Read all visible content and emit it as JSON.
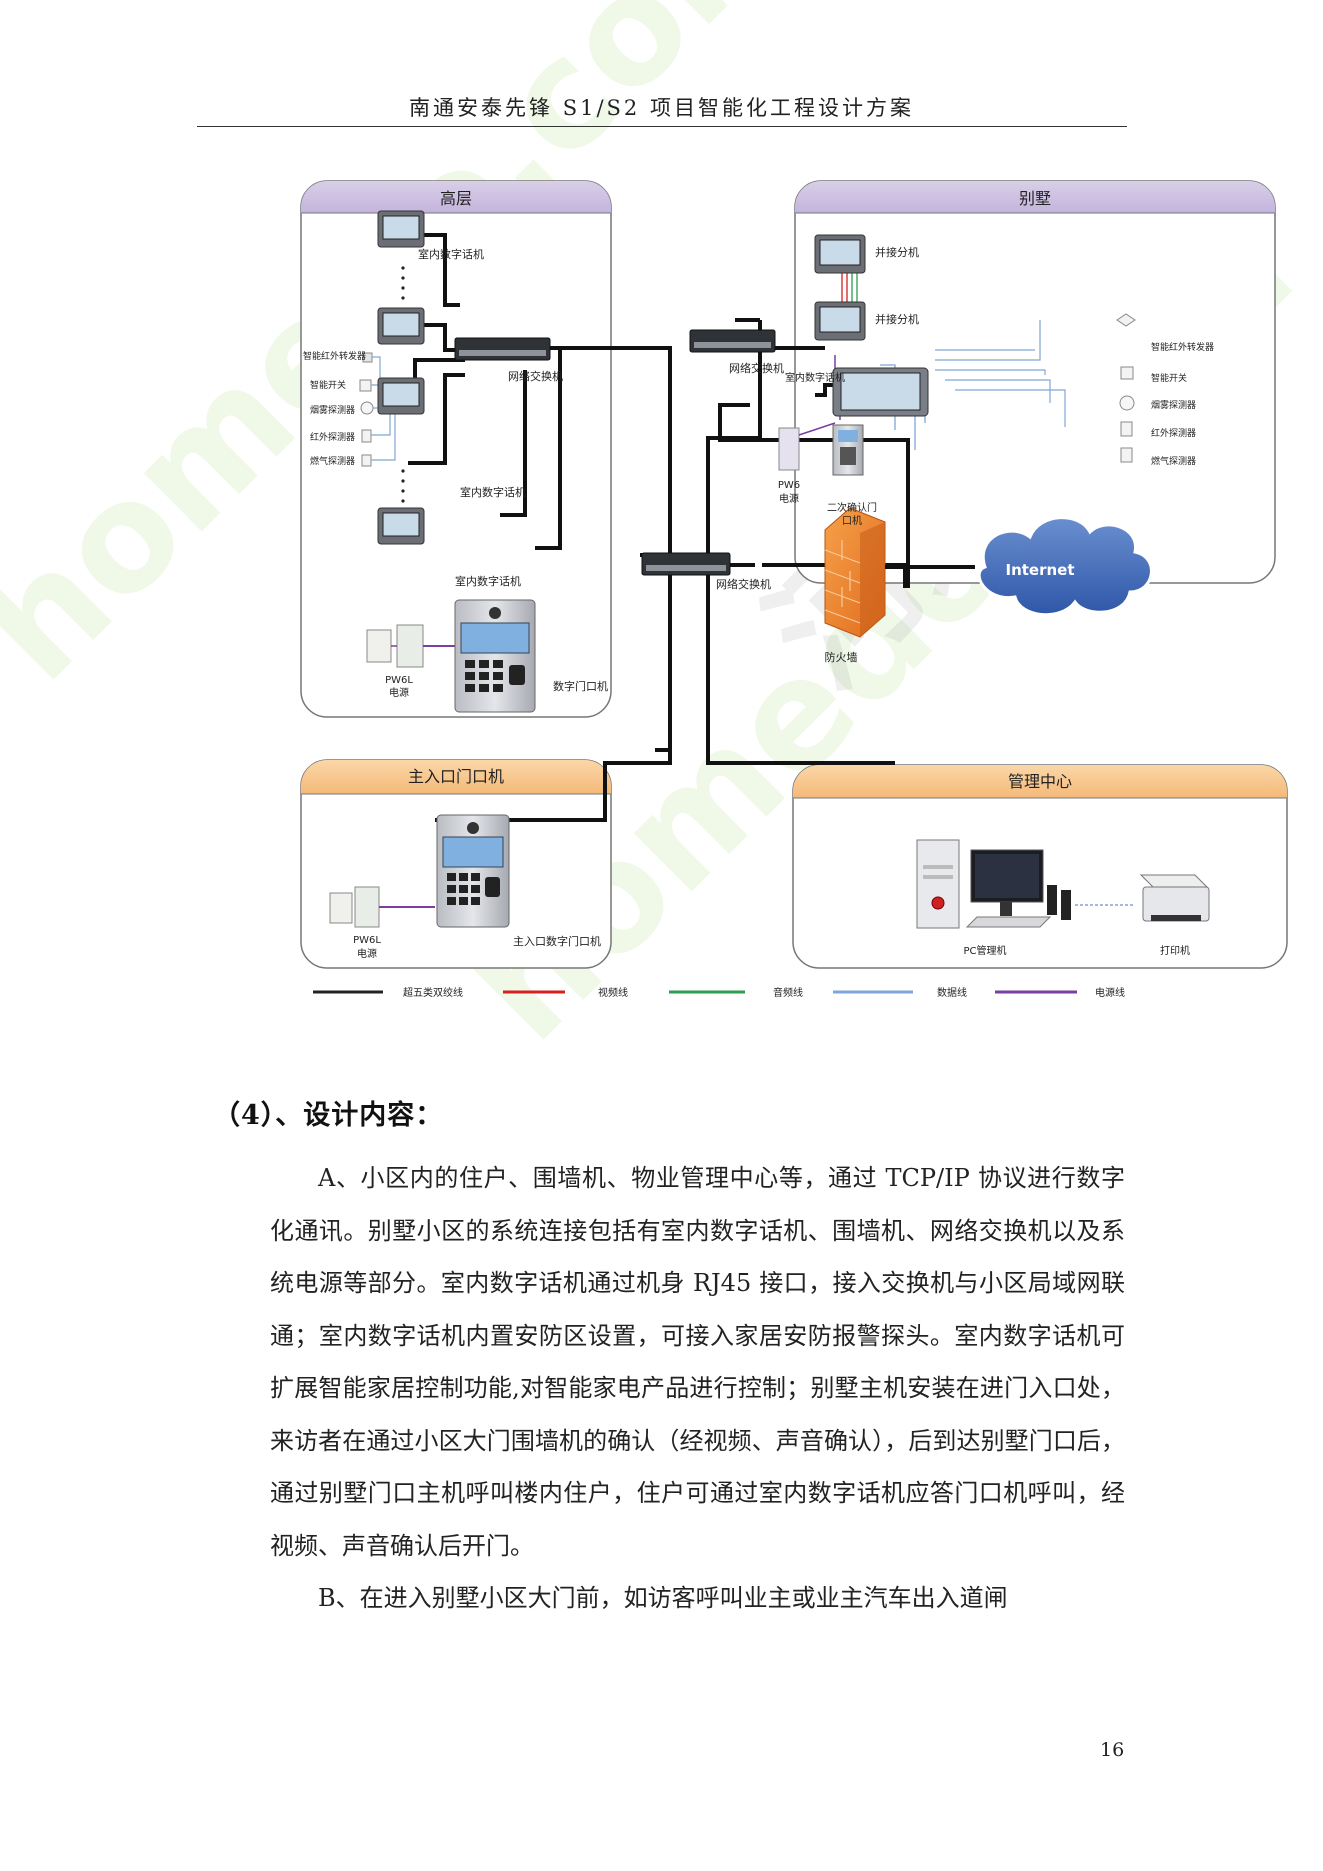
{
  "header": {
    "title": "南通安泰先锋 S1/S2 项目智能化工程设计方案"
  },
  "diagram": {
    "panels": {
      "gaoceng": "高层",
      "bieshu": "别墅",
      "main_entrance": "主入口门口机",
      "management": "管理中心"
    },
    "labels": {
      "indoor_phone_top": "室内数字话机",
      "indoor_phone_mid": "室内数字话机",
      "indoor_phone_bot": "室内数字话机",
      "switch_left": "网络交换机",
      "switch_center": "网络交换机",
      "switch_villa": "网络交换机",
      "ir_transmitter_left": "智能红外转发器",
      "smart_switch_left": "智能开关",
      "smoke_left": "烟雾探测器",
      "ir_detector_left": "红外探测器",
      "gas_left": "燃气探测器",
      "pw6l_left_1": "PW6L",
      "pw6l_left_2": "电源",
      "digital_door_unit": "数字门口机",
      "parallel_ext_1": "并接分机",
      "parallel_ext_2": "并接分机",
      "villa_indoor_phone": "室内数字话机",
      "pw6_1": "PW6",
      "pw6_2": "电源",
      "confirm_door_1": "二次确认门",
      "confirm_door_2": "口机",
      "ir_transmitter_right": "智能红外转发器",
      "smart_switch_right": "智能开关",
      "smoke_right": "烟雾探测器",
      "ir_detector_right": "红外探测器",
      "gas_right": "燃气探测器",
      "firewall": "防火墙",
      "internet": "Internet",
      "pw6l_main_1": "PW6L",
      "pw6l_main_2": "电源",
      "main_door_unit": "主入口数字门口机",
      "pc": "PC管理机",
      "printer": "打印机"
    },
    "legend": [
      {
        "label": "超五类双绞线",
        "color": "#222222"
      },
      {
        "label": "视频线",
        "color": "#d62020"
      },
      {
        "label": "音频线",
        "color": "#2e9e52"
      },
      {
        "label": "数据线",
        "color": "#7fa6d8"
      },
      {
        "label": "电源线",
        "color": "#7a3fa0"
      }
    ]
  },
  "section": {
    "title": "（4）、设计内容："
  },
  "paragraphs": [
    "A、小区内的住户、围墙机、物业管理中心等，通过 TCP/IP 协议进行数字化通讯。别墅小区的系统连接包括有室内数字话机、围墙机、网络交换机以及系统电源等部分。室内数字话机通过机身 RJ45 接口，接入交换机与小区局域网联通；室内数字话机内置安防区设置，可接入家居安防报警探头。室内数字话机可扩展智能家居控制功能,对智能家电产品进行控制；别墅主机安装在进门入口处，来访者在通过小区大门围墙机的确认（经视频、声音确认），后到达别墅门口后，通过别墅门口主机呼叫楼内住户，住户可通过室内数字话机应答门口机呼叫，经视频、声音确认后开门。",
    "B、在进入别墅小区大门前，如访客呼叫业主或业主汽车出入道闸"
  ],
  "page_number": "16",
  "watermarks": [
    "homedo.com",
    "homedo.com",
    "河姆渡"
  ]
}
